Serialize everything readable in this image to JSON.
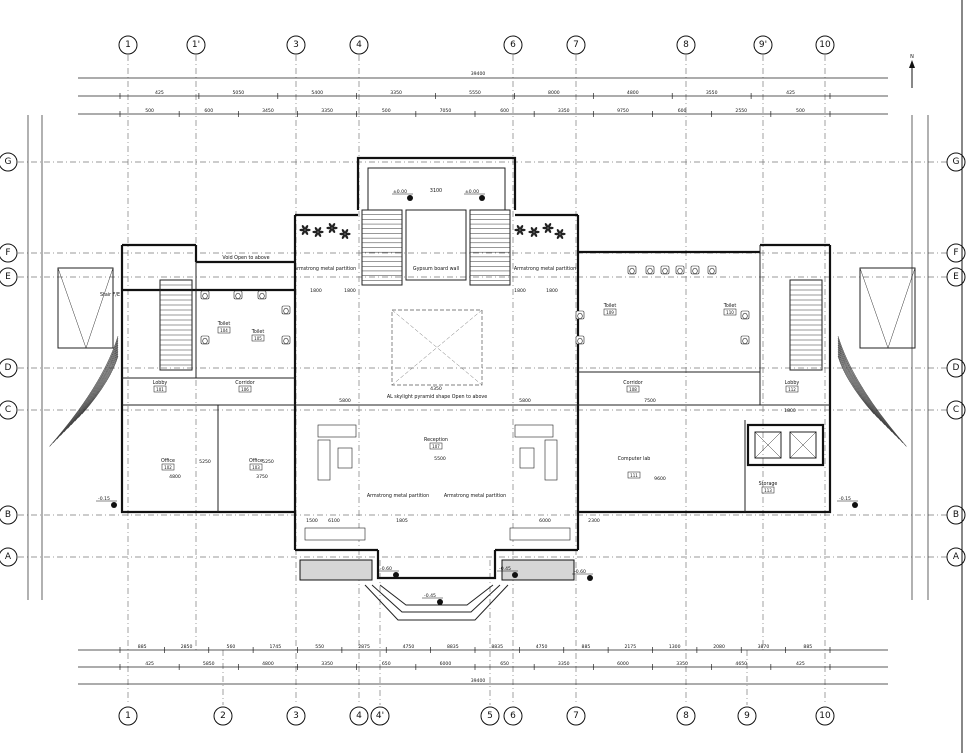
{
  "axes": {
    "top_columns": [
      "1",
      "1'",
      "3",
      "4",
      "6",
      "7",
      "8",
      "9'",
      "10"
    ],
    "bottom_columns": [
      "1",
      "2",
      "3",
      "4",
      "4'",
      "5",
      "6",
      "7",
      "8",
      "9",
      "10"
    ],
    "rows": [
      "G",
      "F",
      "E",
      "D",
      "C",
      "B",
      "A"
    ]
  },
  "dimensions": {
    "overall": "39400",
    "top_chain_1": [
      "425",
      "5050",
      "5400",
      "3350",
      "5550",
      "8000",
      "4800",
      "3550",
      "425"
    ],
    "top_chain_2": [
      "500",
      "600",
      "3450",
      "3350",
      "500",
      "7050",
      "600",
      "3350",
      "9750",
      "600",
      "2550",
      "500"
    ],
    "bottom_chain_1": [
      "885",
      "2850",
      "560",
      "1745",
      "550",
      "2875",
      "4750",
      "8835",
      "8835",
      "4750",
      "885",
      "2175",
      "1300",
      "2080",
      "3870",
      "885"
    ],
    "bottom_chain_2": [
      "425",
      "5850",
      "4800",
      "3350",
      "650",
      "6000",
      "650",
      "3350",
      "6000",
      "3350",
      "4650",
      "425"
    ],
    "interior": [
      "1800",
      "1800",
      "1800",
      "1800",
      "5800",
      "5800",
      "4350",
      "7500",
      "9600",
      "4800",
      "3750",
      "5250",
      "5250",
      "5500",
      "1500",
      "2300",
      "1805",
      "6100",
      "6000",
      "1800"
    ]
  },
  "rooms": [
    {
      "name": "Office",
      "tag": "102"
    },
    {
      "name": "Office",
      "tag": "103"
    },
    {
      "name": "Toilet",
      "tag": "104"
    },
    {
      "name": "Toilet",
      "tag": "105"
    },
    {
      "name": "Lobby",
      "tag": "101"
    },
    {
      "name": "Corridor",
      "tag": "106"
    },
    {
      "name": "Reception",
      "tag": "107"
    },
    {
      "name": "Corridor",
      "tag": "108"
    },
    {
      "name": "Toilet",
      "tag": "109"
    },
    {
      "name": "Toilet",
      "tag": "110"
    },
    {
      "name": "Computer lab",
      "tag": "111"
    },
    {
      "name": "Lobby",
      "tag": "112"
    },
    {
      "name": "Storage",
      "tag": "113"
    }
  ],
  "notes": {
    "partition_1": "Armstrong metal partition",
    "partition_2": "Armstrong metal partition",
    "partition_3": "Armstrong metal partition",
    "partition_4": "Armstrong metal partition",
    "gypsum_wall": "Gypsum board wall",
    "skylight": "AL skylight pyramid shape Open to above",
    "void": "Void Open to above",
    "stair_label_left": "Stair F/E",
    "stair_label_center": "3100"
  },
  "elevation_marks": [
    "-0.15",
    "±0.00",
    "-0.45",
    "-0.60",
    "±0.00",
    "-0.15",
    "-0.45",
    "-0.60"
  ],
  "north_arrow": "N"
}
